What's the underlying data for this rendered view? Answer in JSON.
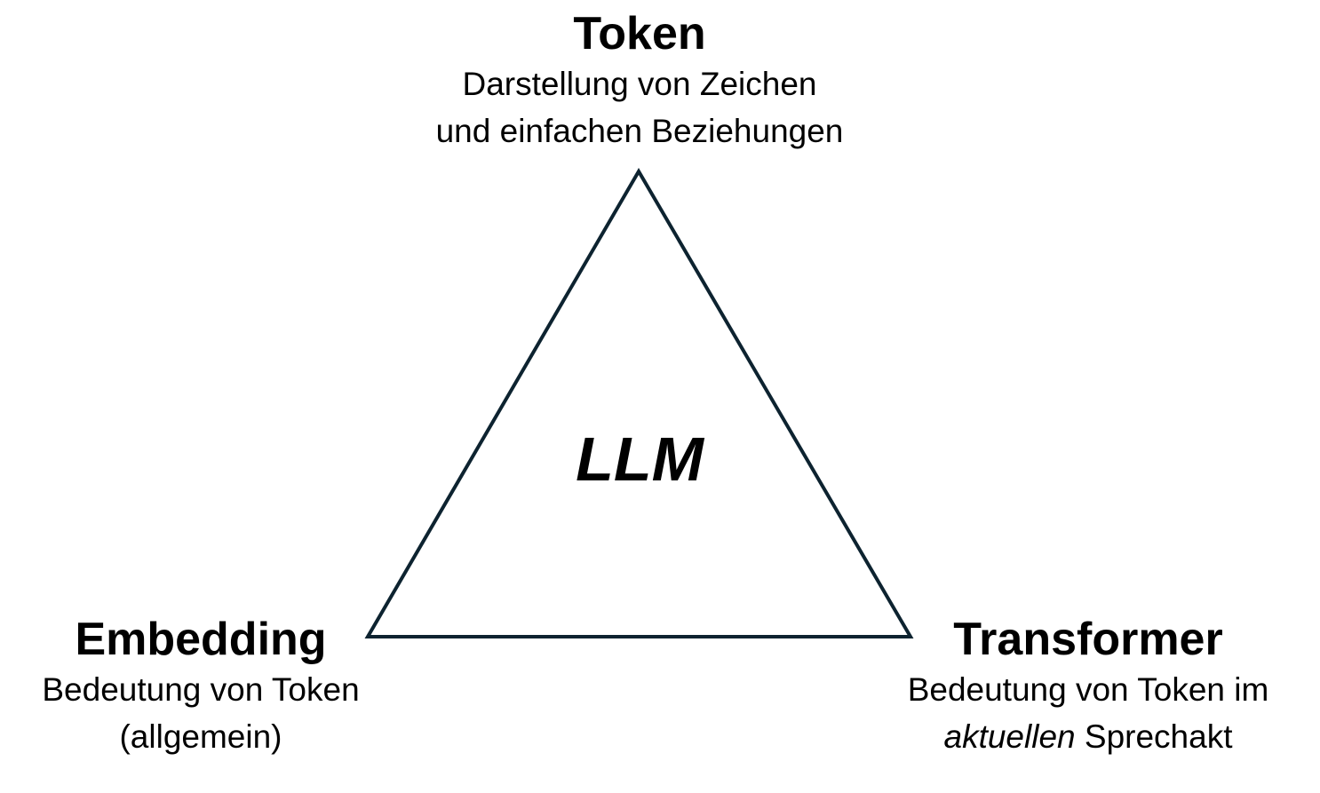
{
  "diagram": {
    "center_label": "LLM",
    "line_color": "#0d2330",
    "nodes": {
      "top": {
        "title": "Token",
        "desc_line1": "Darstellung von Zeichen",
        "desc_line2": "und einfachen Beziehungen"
      },
      "left": {
        "title": "Embedding",
        "desc_line1": "Bedeutung von Token",
        "desc_line2": "(allgemein)"
      },
      "right": {
        "title": "Transformer",
        "desc_line1": "Bedeutung von Token im",
        "desc_line2_italic": "aktuellen",
        "desc_line2_rest": " Sprechakt"
      }
    }
  }
}
